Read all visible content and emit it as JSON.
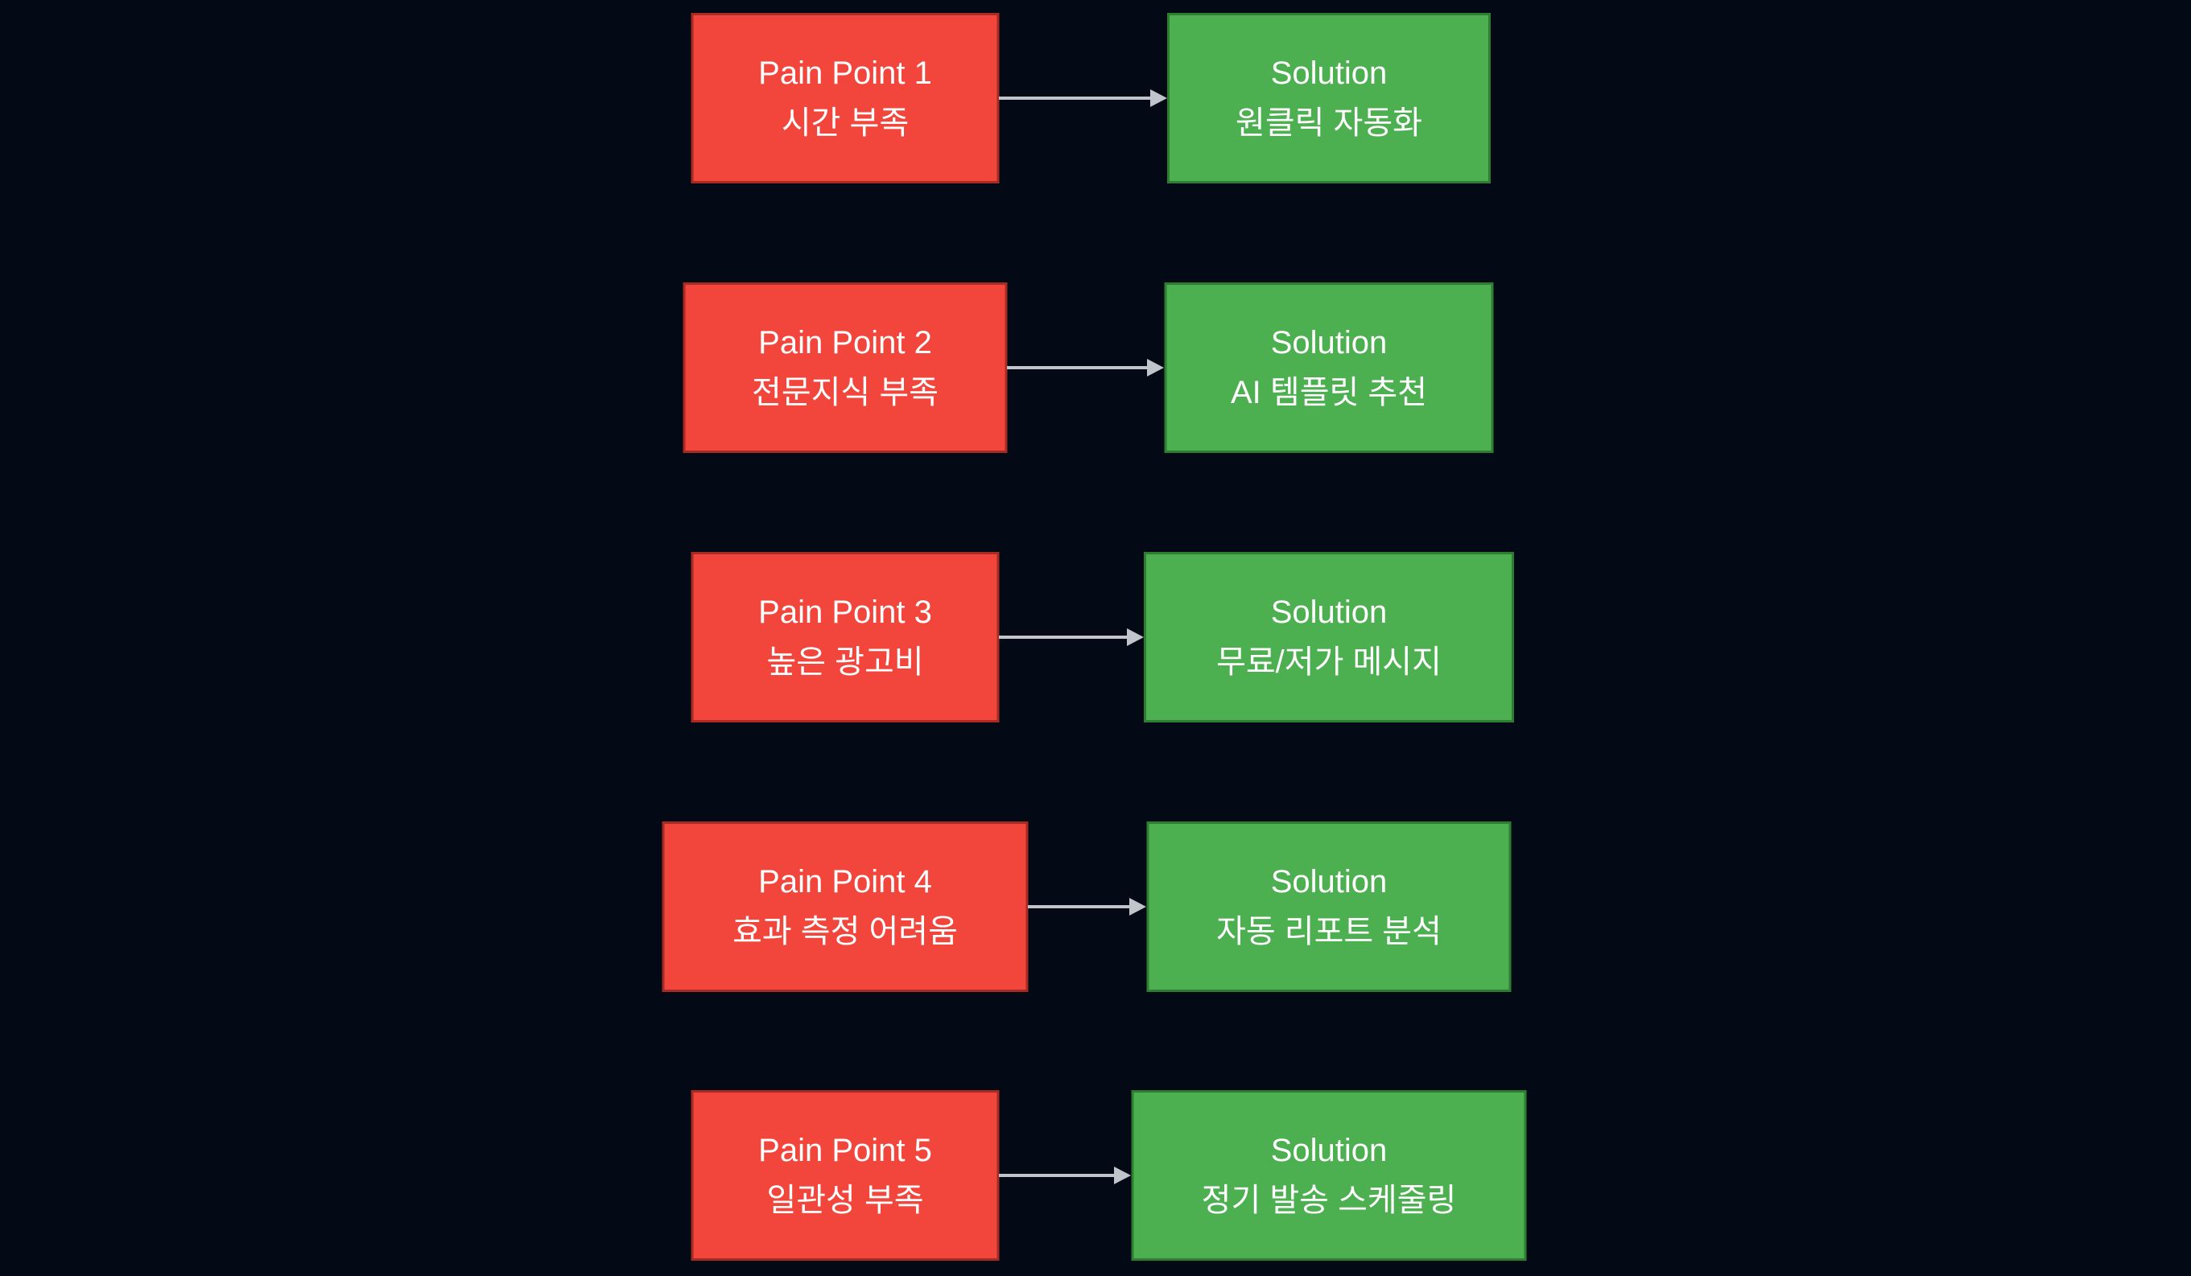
{
  "diagram": {
    "background_color": "#040A15",
    "pain_fill_color": "#F2453C",
    "pain_border_color": "#A62B22",
    "solution_fill_color": "#4CAF50",
    "solution_border_color": "#2E7D32",
    "arrow_color": "#C0C4CB",
    "text_color": "#FFFFFF",
    "rows": [
      {
        "pain_title": "Pain Point 1",
        "pain_text": "시간 부족",
        "solution_title": "Solution",
        "solution_text": "원클릭 자동화"
      },
      {
        "pain_title": "Pain Point 2",
        "pain_text": "전문지식 부족",
        "solution_title": "Solution",
        "solution_text": "AI 템플릿 추천"
      },
      {
        "pain_title": "Pain Point 3",
        "pain_text": "높은 광고비",
        "solution_title": "Solution",
        "solution_text": "무료/저가 메시지"
      },
      {
        "pain_title": "Pain Point 4",
        "pain_text": "효과 측정 어려움",
        "solution_title": "Solution",
        "solution_text": "자동 리포트 분석"
      },
      {
        "pain_title": "Pain Point 5",
        "pain_text": "일관성 부족",
        "solution_title": "Solution",
        "solution_text": "정기 발송 스케줄링"
      }
    ]
  }
}
